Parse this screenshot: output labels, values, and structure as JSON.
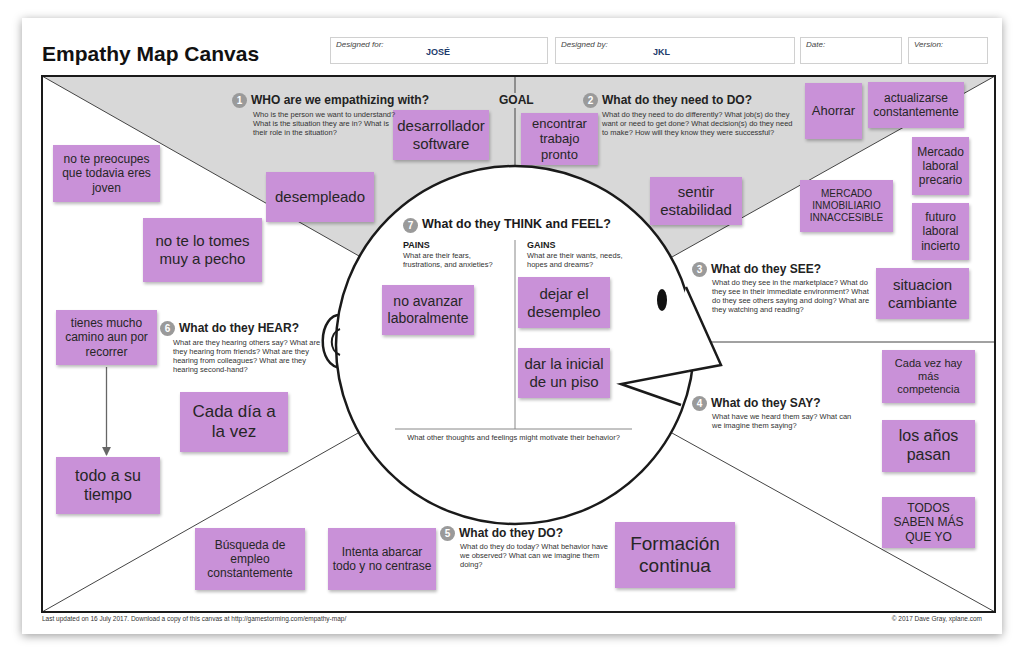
{
  "diagram": {
    "title": "Empathy Map Canvas",
    "nodes": [
      {
        "text": [
          "Designed for:",
          "JOSÉ"
        ]
      },
      {
        "text": [
          "Designed by:",
          "JKL"
        ]
      },
      {
        "text": [
          "Date:"
        ]
      },
      {
        "text": [
          "Version:"
        ]
      },
      {
        "text": [
          "desarrollador software"
        ]
      },
      {
        "text": [
          "desempleado"
        ]
      },
      {
        "text": [
          "encontrar trabajo pronto"
        ]
      },
      {
        "text": [
          "actualizarse constantemente"
        ]
      },
      {
        "text": [
          "Ahorrar"
        ]
      },
      {
        "text": [
          "sentir estabilidad"
        ]
      },
      {
        "text": [
          "no te preocupes que todavia eres joven"
        ]
      },
      {
        "text": [
          "Mercado laboral precario"
        ]
      },
      {
        "text": [
          "MERCADO INMOBILIARIO INNACCESIBLE"
        ]
      },
      {
        "text": [
          "futuro laboral incierto"
        ]
      },
      {
        "text": [
          "no te lo tomes muy a pecho"
        ]
      },
      {
        "text": [
          "What do they THINK and FEEL?",
          "PAINS",
          "What are their fears, frustrations, and anxieties?",
          "GAINS",
          "What are their wants, needs, hopes and dreams?",
          "What other thoughts and feelings might motivate their behavior?"
        ]
      },
      {
        "text": [
          "no avanzar laboralmente"
        ],
        "in": 15
      },
      {
        "text": [
          "dejar el desempleo"
        ],
        "in": 15
      },
      {
        "text": [
          "dar la inicial de un piso"
        ],
        "in": 15
      },
      {
        "text": [
          "situacion cambiante"
        ]
      },
      {
        "text": [
          "tienes mucho camino aun por recorrer"
        ]
      },
      {
        "text": [
          "Cada vez hay más competencia"
        ]
      },
      {
        "text": [
          "Cada día a la vez"
        ]
      },
      {
        "text": [
          "los años pasan"
        ]
      },
      {
        "text": [
          "todo a su tiempo"
        ]
      },
      {
        "text": [
          "TODOS SABEN MÁS QUE YO"
        ]
      },
      {
        "text": [
          "Búsqueda de empleo constantemente"
        ]
      },
      {
        "text": [
          "Intenta abarcar todo y no centrase"
        ]
      },
      {
        "text": [
          "Formación continua"
        ]
      }
    ],
    "edges": [
      {
        "from": 20,
        "to": 24,
        "arrow": "to"
      }
    ],
    "labels": [
      "1",
      "WHO are we empathizing with?",
      "Who is the person we want to understand? What is the situation they are in? What is their role in the situation?",
      "GOAL",
      "2",
      "What do they need to DO?",
      "What do they need to do differently? What job(s) do they want or need to get done? What decision(s) do they need to make? How will they know they were successful?",
      "3",
      "What do they SEE?",
      "What do they see in the marketplace? What do they see in their immediate environment? What do they see others saying and doing? What are they watching and reading?",
      "6",
      "What do they HEAR?",
      "What are they hearing others say? What are they hearing from friends? What are they hearing from colleagues? What are they hearing second-hand?",
      "4",
      "What do they SAY?",
      "What have we heard them say? What can we imagine them saying?",
      "7",
      "5",
      "What do they DO?",
      "What do they do today? What behavior have we observed? What can we imagine them doing?",
      "Last updated on 16 July 2017. Download a copy of this canvas at http://gamestorming.com/empathy-map/",
      "© 2017 Dave Gray, xplane.com"
    ]
  }
}
